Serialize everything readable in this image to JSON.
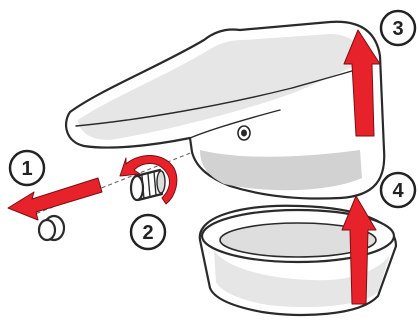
{
  "steps": [
    {
      "label": "1"
    },
    {
      "label": "2"
    },
    {
      "label": "3"
    },
    {
      "label": "4"
    }
  ],
  "colors": {
    "arrow": "#e8222b",
    "outline": "#2a2a2a",
    "shade": "#e6e6e6"
  },
  "icons": {
    "step_1": "arrow-left-icon",
    "step_2": "rotate-counterclockwise-icon",
    "step_3": "arrow-up-icon",
    "step_4": "arrow-up-icon"
  }
}
